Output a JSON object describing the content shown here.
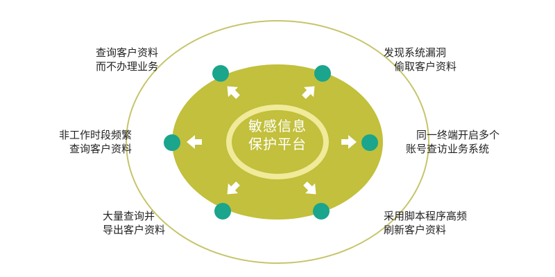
{
  "diagram": {
    "center": {
      "line1": "敏感信息",
      "line2": "保护平台"
    },
    "risks": [
      {
        "id": "top-left",
        "line1": "查询客户资料",
        "line2": "而不办理业务"
      },
      {
        "id": "top-right",
        "line1": "发现系统漏洞",
        "line2": "偷取客户资料"
      },
      {
        "id": "mid-left",
        "line1": "非工作时段频繁",
        "line2": "查询客户资料"
      },
      {
        "id": "mid-right",
        "line1": "同一终端开启多个",
        "line2": "账号查访业务系统"
      },
      {
        "id": "bottom-left",
        "line1": "大量查询并",
        "line2": "导出客户资料"
      },
      {
        "id": "bottom-right",
        "line1": "采用脚本程序高频",
        "line2": "刷新客户资料"
      }
    ]
  }
}
